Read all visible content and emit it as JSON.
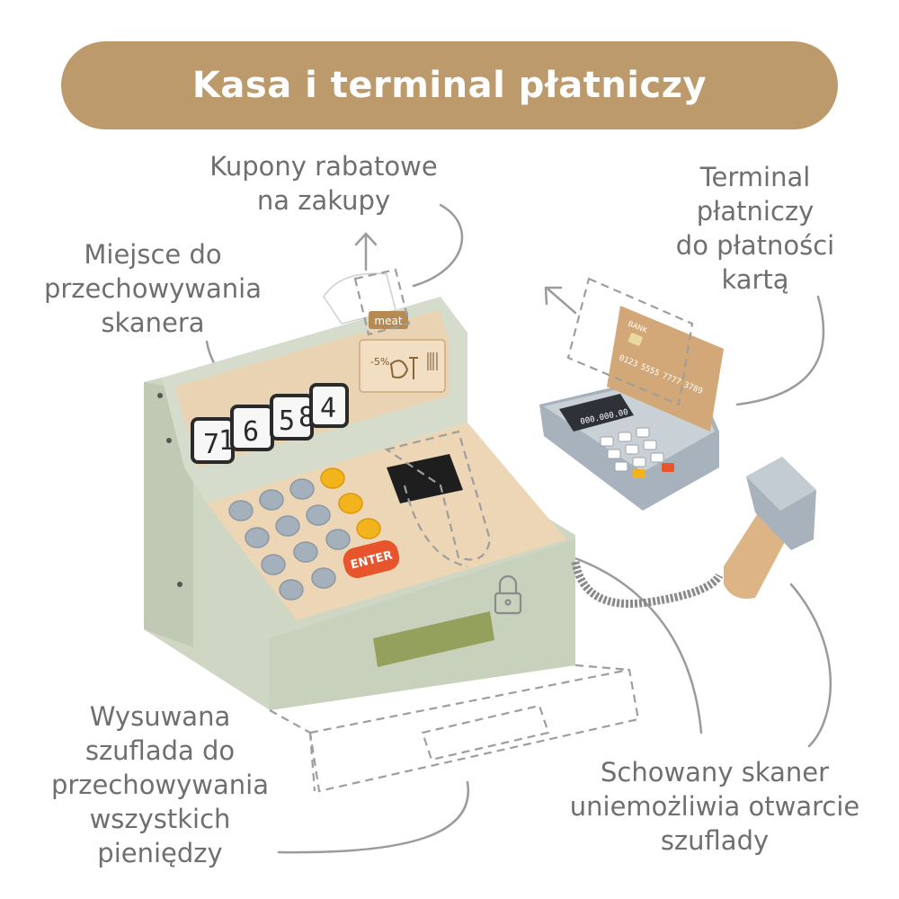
{
  "banner": {
    "title": "Kasa i terminal płatniczy"
  },
  "labels": {
    "coupons": [
      "Kupony rabatowe",
      "na zakupy"
    ],
    "terminal": [
      "Terminal",
      "płatniczy",
      "do płatności",
      "kartą"
    ],
    "scanner_storage": [
      "Miejsce do",
      "przechowywania",
      "skanera"
    ],
    "drawer": [
      "Wysuwana",
      "szuflada do",
      "przechowywania",
      "wszystkich",
      "pieniędzy"
    ],
    "hidden_scanner": [
      "Schowany skaner",
      "uniemożliwia otwarcie",
      "szuflady"
    ]
  },
  "register": {
    "display_digits": [
      "7",
      "1",
      "6",
      "5",
      "8",
      "4"
    ],
    "tag_label": "meat",
    "discount_label": "-5%",
    "enter_label": "ENTER"
  },
  "card": {
    "bank_label": "BANK",
    "number_parts": [
      "0123",
      "5555",
      "7777",
      "3789"
    ]
  },
  "terminal_device": {
    "screen_text": "000.000.00"
  },
  "colors": {
    "banner": "#bd9a6c",
    "wood": "#ead3b2",
    "sage": "#cfd7c4",
    "keypad_grey": "#a4b0bb",
    "enter_orange": "#e8542b",
    "button_yellow": "#f2b31c",
    "drawer_handle": "#93a15c",
    "card_gold": "#d3a878"
  }
}
